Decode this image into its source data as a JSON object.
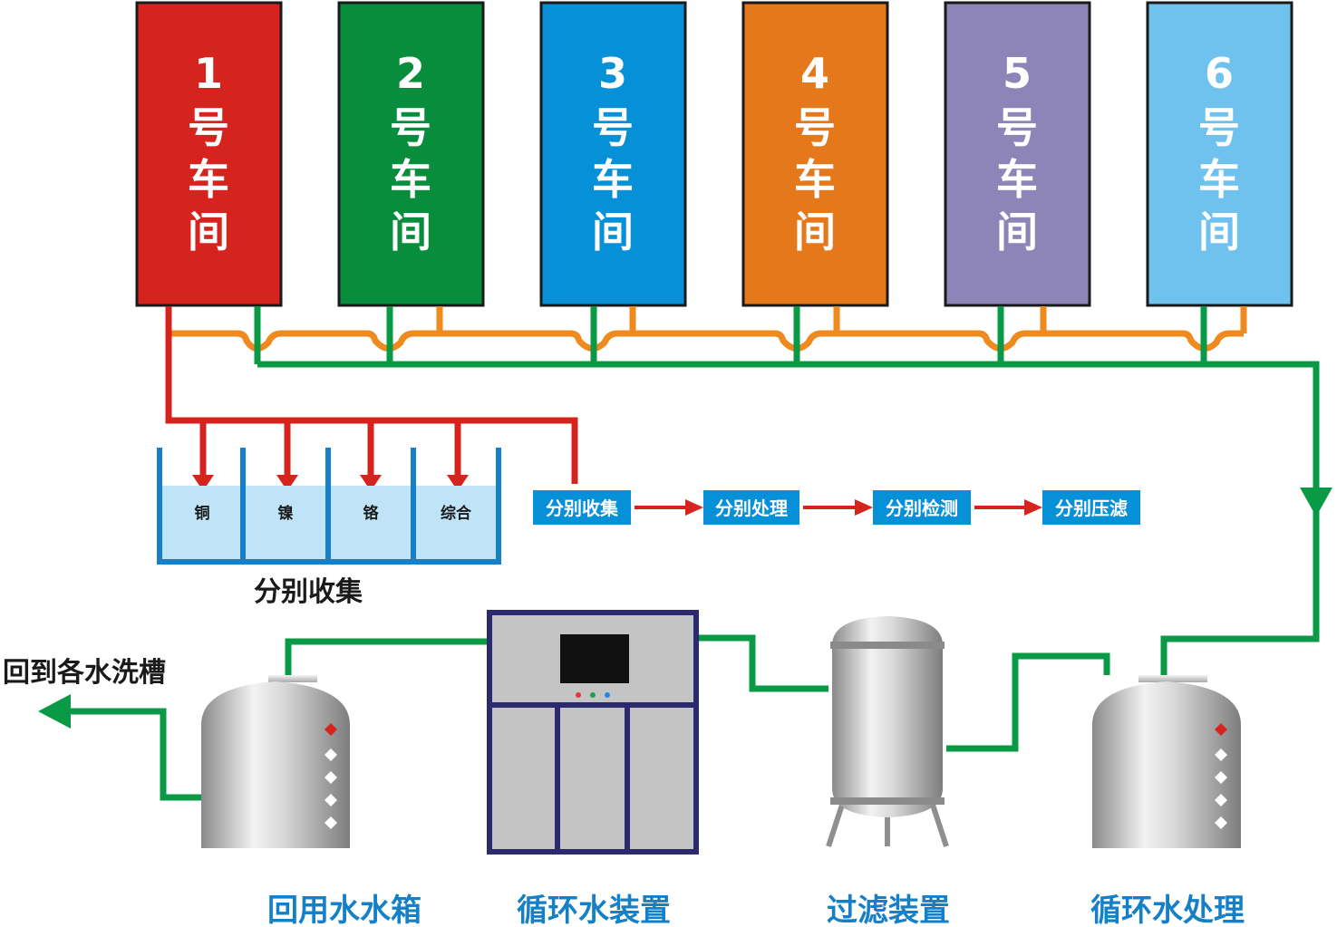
{
  "workshops": [
    {
      "num": "1",
      "chars": [
        "号",
        "车",
        "间"
      ],
      "color": "#d7231d"
    },
    {
      "num": "2",
      "chars": [
        "号",
        "车",
        "间"
      ],
      "color": "#078d3c"
    },
    {
      "num": "3",
      "chars": [
        "号",
        "车",
        "间"
      ],
      "color": "#0590d8"
    },
    {
      "num": "4",
      "chars": [
        "号",
        "车",
        "间"
      ],
      "color": "#e5781b"
    },
    {
      "num": "5",
      "chars": [
        "号",
        "车",
        "间"
      ],
      "color": "#8d84b7"
    },
    {
      "num": "6",
      "chars": [
        "号",
        "车",
        "间"
      ],
      "color": "#6fc2ee"
    }
  ],
  "bins": [
    "铜",
    "镍",
    "铬",
    "综合"
  ],
  "collection_caption": "分别收集",
  "process_steps": [
    "分别收集",
    "分别处理",
    "分别检测",
    "分别压滤"
  ],
  "return_label": "回到各水洗槽",
  "equipment": [
    "回用水水箱",
    "循环水装置",
    "过滤装置",
    "循环水处理"
  ],
  "colors": {
    "pipe_red": "#d7231d",
    "pipe_green": "#0a9a45",
    "pipe_orange": "#ef8a1e",
    "step_box": "#0590d8",
    "tank_water": "#bfe3f7",
    "tank_wall": "#1580c8",
    "caption_blue": "#1580c8",
    "cabinet_frame": "#2b2a6e",
    "cabinet_panel": "#c4c4c4"
  },
  "indicator_lights": [
    "#e53935",
    "#1aa34a",
    "#1e88e5"
  ]
}
